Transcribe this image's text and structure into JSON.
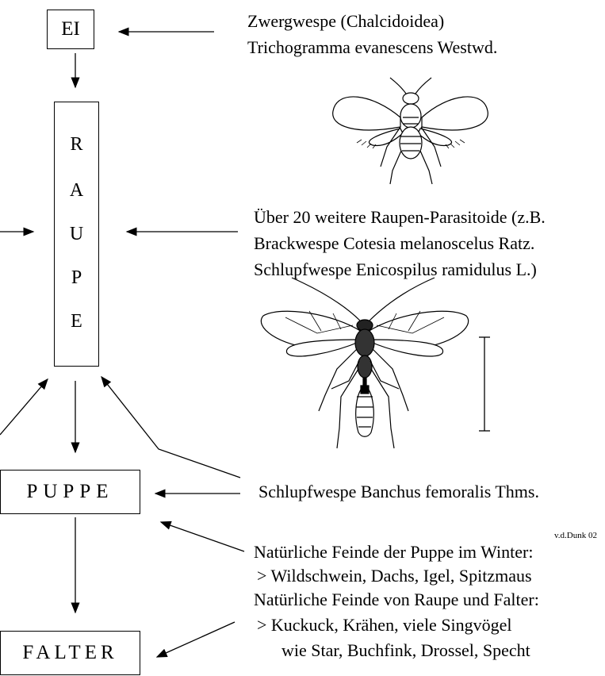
{
  "stages": {
    "ei": "EI",
    "raupe_letters": [
      "R",
      "A",
      "U",
      "P",
      "E"
    ],
    "puppe": "PUPPE",
    "falter": "FALTER"
  },
  "labels": {
    "zwergwespe_line1": "Zwergwespe (Chalcidoidea)",
    "zwergwespe_line2": "Trichogramma evanescens Westwd.",
    "parasitoide_line1": "Über 20 weitere Raupen-Parasitoide (z.B.",
    "parasitoide_line2": "Brackwespe Cotesia melanoscelus Ratz.",
    "parasitoide_line3": "Schlupfwespe Enicospilus ramidulus L.)",
    "banchus": "Schlupfwespe Banchus femoralis Thms.",
    "signature": "v.d.Dunk 02",
    "feinde_line1": "Natürliche Feinde der Puppe im Winter:",
    "feinde_line2": ">  Wildschwein, Dachs, Igel, Spitzmaus",
    "feinde_line3": "Natürliche Feinde von Raupe und Falter:",
    "feinde_line4": ">  Kuckuck, Krähen, viele Singvögel",
    "feinde_line5": "wie Star, Buchfink, Drossel, Specht"
  }
}
